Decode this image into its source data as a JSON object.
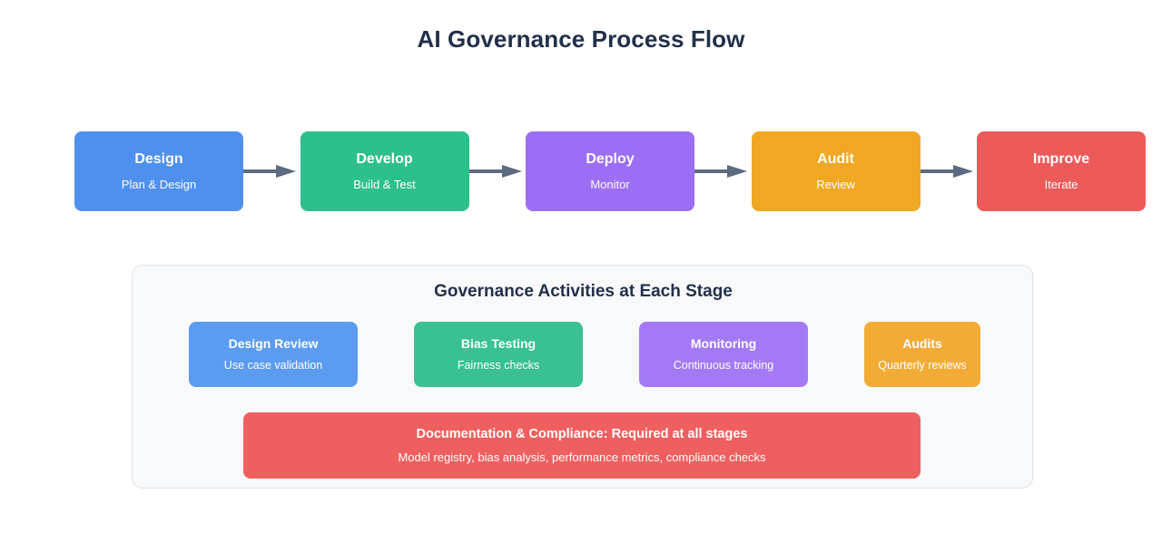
{
  "page": {
    "title": "AI Governance Process Flow",
    "title_color": "#22304a",
    "background": "#ffffff"
  },
  "flow": {
    "arrow_color": "#5c6b7f",
    "stages": [
      {
        "title": "Design",
        "subtitle": "Plan & Design",
        "color": "#4f90ee"
      },
      {
        "title": "Develop",
        "subtitle": "Build & Test",
        "color": "#2ec08b"
      },
      {
        "title": "Deploy",
        "subtitle": "Monitor",
        "color": "#9b6ef3"
      },
      {
        "title": "Audit",
        "subtitle": "Review",
        "color": "#f0a724"
      },
      {
        "title": "Improve",
        "subtitle": "Iterate",
        "color": "#ed5a5a"
      }
    ]
  },
  "governance": {
    "panel_title": "Governance Activities at Each Stage",
    "panel_background": "#f8f9fb",
    "panel_border": "#dfe3ea",
    "activities": [
      {
        "title": "Design Review",
        "subtitle": "Use case validation",
        "color": "#5b9bf0"
      },
      {
        "title": "Bias Testing",
        "subtitle": "Fairness checks",
        "color": "#3ac093"
      },
      {
        "title": "Monitoring",
        "subtitle": "Continuous tracking",
        "color": "#a379f5"
      },
      {
        "title": "Audits",
        "subtitle": "Quarterly reviews",
        "color": "#f2ac36"
      }
    ],
    "compliance": {
      "title": "Documentation & Compliance: Required at all stages",
      "subtitle": "Model registry, bias analysis, performance metrics, compliance checks",
      "color": "#ee6060"
    }
  }
}
